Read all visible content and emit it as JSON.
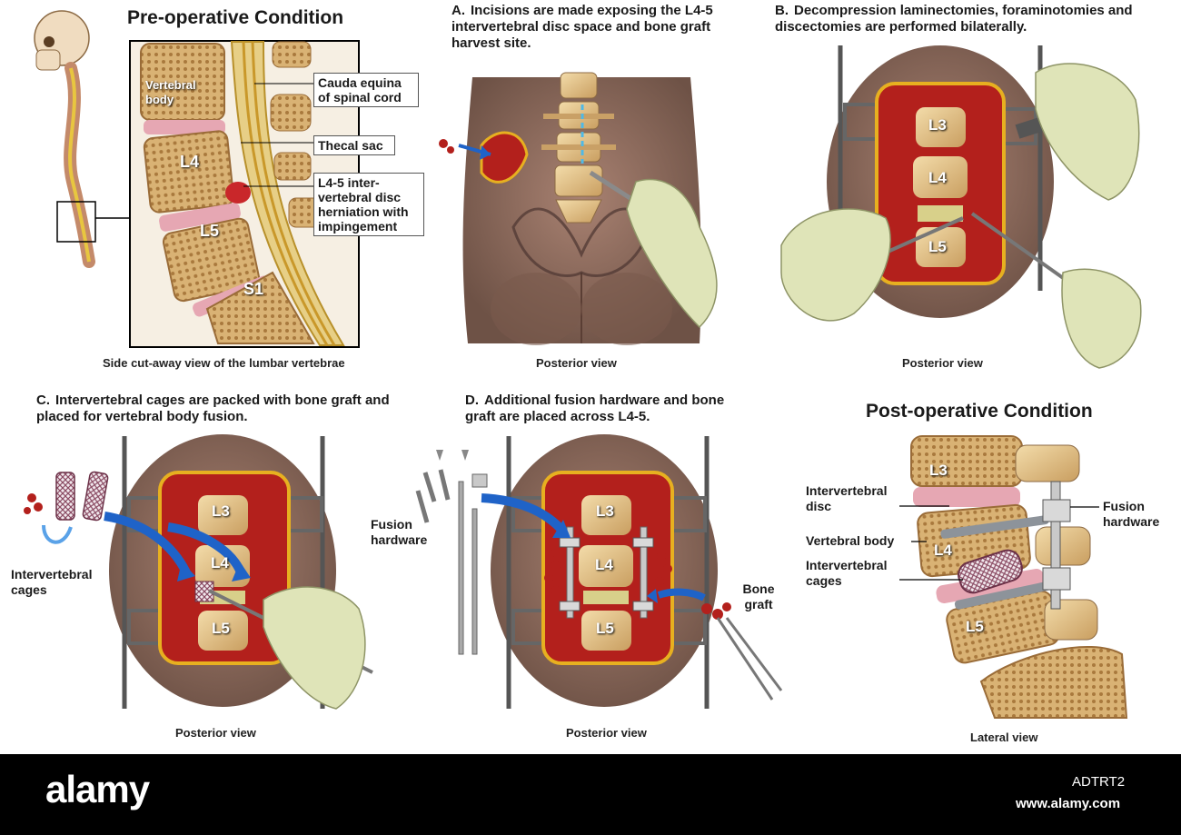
{
  "panels": {
    "preop": {
      "title": "Pre-operative Condition",
      "caption": "Side cut-away view of the lumbar vertebrae",
      "labels": {
        "vertebral_body": "Vertebral body",
        "cauda_equina": "Cauda equina of spinal cord",
        "thecal_sac": "Thecal sac",
        "herniation": "L4-5 inter-vertebral disc herniation with impingement"
      },
      "vertebrae": [
        "L4",
        "L5",
        "S1"
      ]
    },
    "step_a": {
      "letter": "A.",
      "text": "Incisions are made exposing the L4-5 intervertebral disc space and bone graft harvest site.",
      "caption": "Posterior view"
    },
    "step_b": {
      "letter": "B.",
      "text": "Decompression laminectomies, foraminotomies and discectomies are performed bilaterally.",
      "caption": "Posterior view",
      "vertebrae": [
        "L3",
        "L4",
        "L5"
      ]
    },
    "step_c": {
      "letter": "C.",
      "text": "Intervertebral cages are packed with bone graft and placed for vertebral body fusion.",
      "caption": "Posterior view",
      "labels": {
        "cages": "Intervertebral cages"
      },
      "vertebrae": [
        "L3",
        "L4",
        "L5"
      ]
    },
    "step_d": {
      "letter": "D.",
      "text": "Additional fusion hardware and bone graft are placed across L4-5.",
      "caption": "Posterior view",
      "labels": {
        "hardware": "Fusion hardware",
        "graft": "Bone graft"
      },
      "vertebrae": [
        "L3",
        "L4",
        "L5"
      ]
    },
    "postop": {
      "title": "Post-operative Condition",
      "caption": "Lateral view",
      "labels": {
        "disc": "Intervertebral disc",
        "body": "Vertebral body",
        "cages": "Intervertebral cages",
        "hardware": "Fusion hardware"
      },
      "vertebrae": [
        "L3",
        "L4",
        "L5"
      ]
    }
  },
  "footer": {
    "brand": "alamy",
    "image_id": "ADTRT2",
    "site": "www.alamy.com"
  },
  "colors": {
    "bone": "#e9c98f",
    "bone_dark": "#b78b4e",
    "tissue_red": "#b3201c",
    "skin": "#8b6a5c",
    "glove": "#dfe4b8",
    "arrow_blue": "#1f63c8",
    "nerve_yellow": "#e8c640"
  }
}
